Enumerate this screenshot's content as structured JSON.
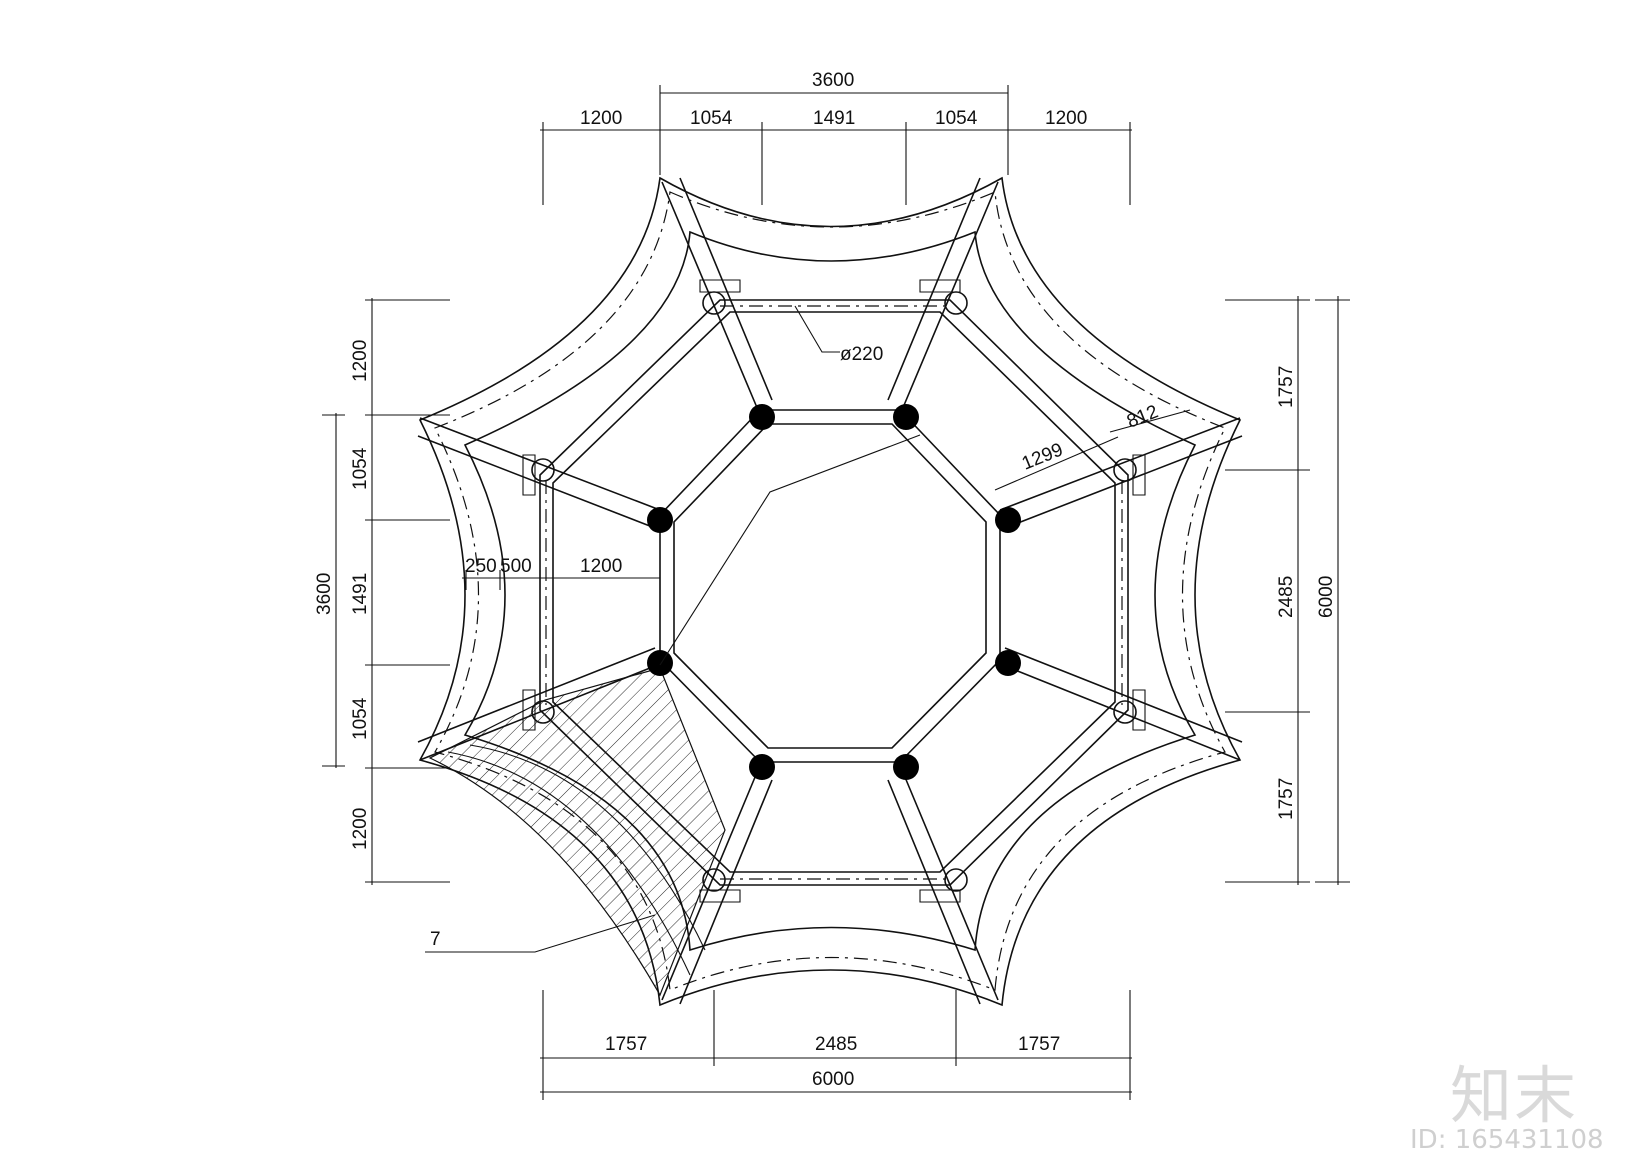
{
  "dimensions": {
    "top_overall": "3600",
    "top_segments": [
      "1200",
      "1054",
      "1491",
      "1054",
      "1200"
    ],
    "left_outer": [
      "1200",
      "1054",
      "1491",
      "1054",
      "1200"
    ],
    "left_inner": "3600",
    "right_segments": [
      "1757",
      "2485",
      "1757"
    ],
    "right_overall": "6000",
    "bottom_segments": [
      "1757",
      "2485",
      "1757"
    ],
    "bottom_overall": "6000",
    "diag_a": "1299",
    "diag_b": "812",
    "inner_a": "250",
    "inner_b": "500",
    "inner_c": "1200"
  },
  "labels": {
    "column_diameter": "ø220",
    "callout_number": "7"
  },
  "watermark": {
    "logo": "知末",
    "id": "ID: 165431108"
  }
}
